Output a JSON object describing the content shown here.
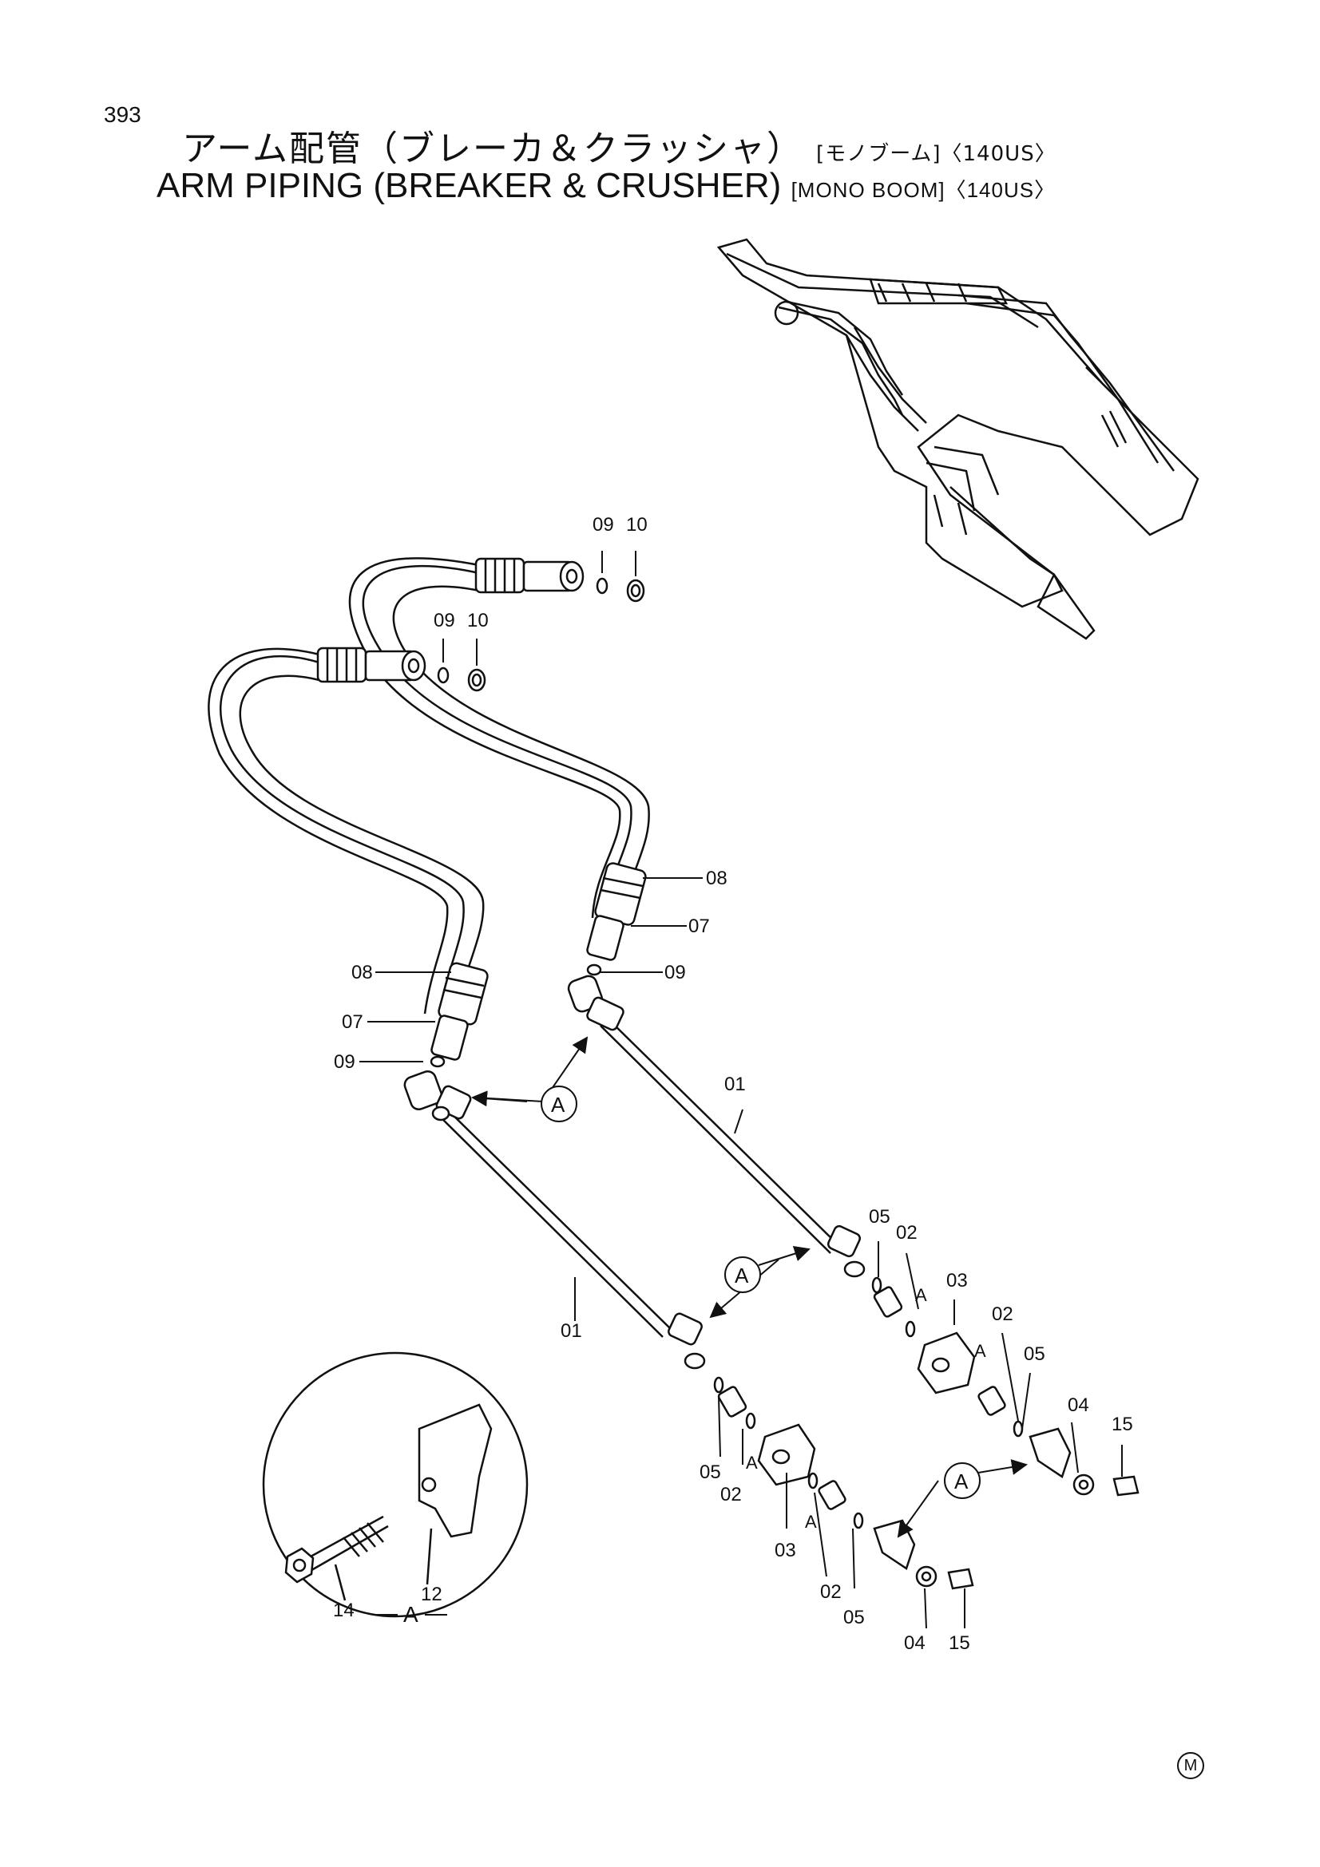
{
  "page_number": "393",
  "title_jp": "アーム配管（ブレーカ＆クラッシャ）",
  "title_jp_sub": "[モノブーム]〈140US〉",
  "title_en": "ARM PIPING (BREAKER & CRUSHER)",
  "title_en_sub": "[MONO BOOM]〈140US〉",
  "footer_mark": "M",
  "detail_label": "A",
  "parts": {
    "p01": "01",
    "p02": "02",
    "p03": "03",
    "p04": "04",
    "p05": "05",
    "p07": "07",
    "p08": "08",
    "p09": "09",
    "p10": "10",
    "p12": "12",
    "p14": "14",
    "p15": "15"
  }
}
